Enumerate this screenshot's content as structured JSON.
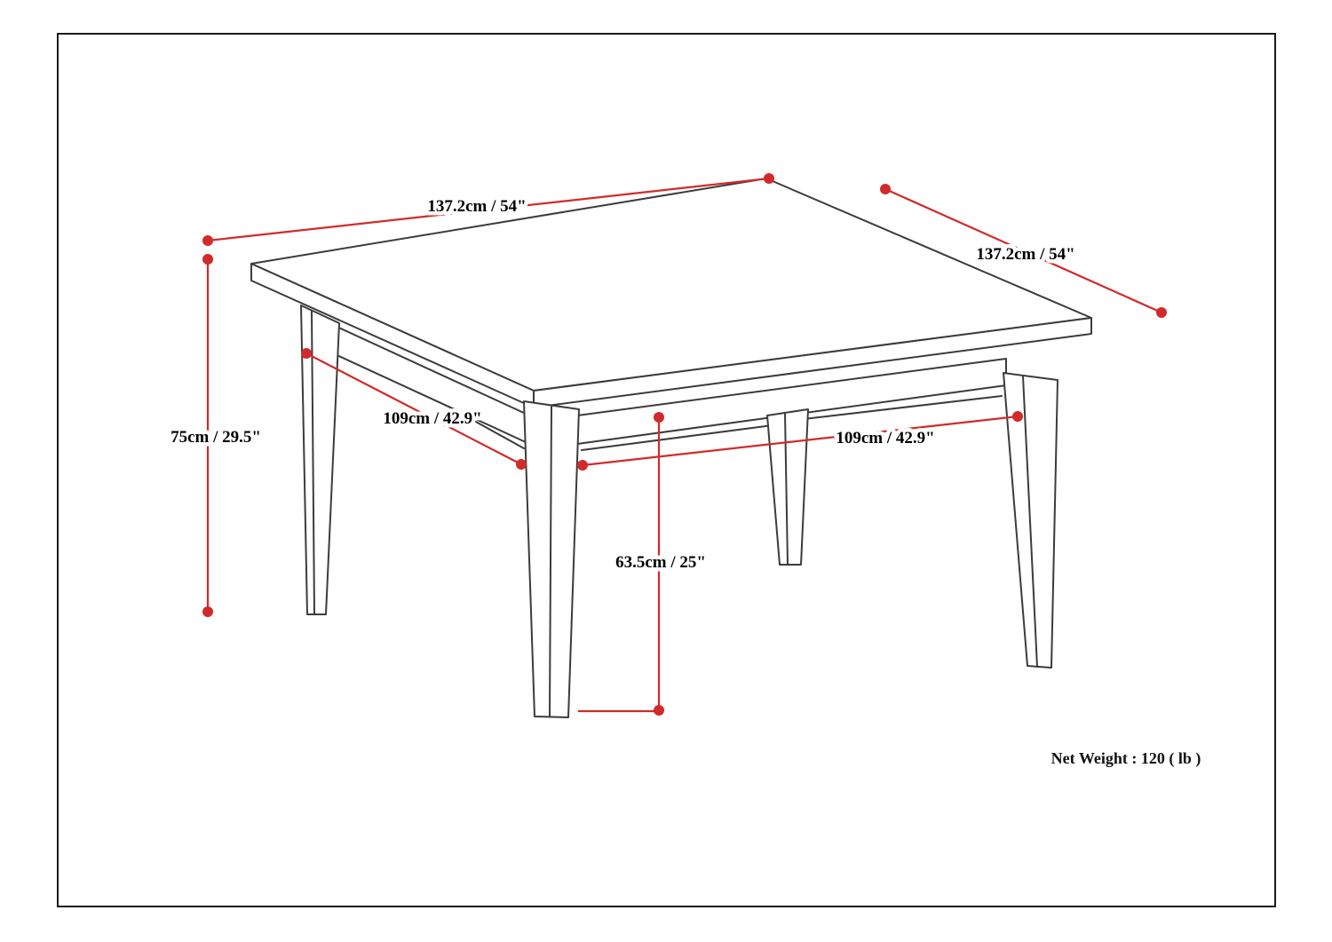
{
  "diagram": {
    "dimension_labels": {
      "top_width": "137.2cm / 54\"",
      "top_depth": "137.2cm / 54\"",
      "overall_height": "75cm / 29.5\"",
      "leg_spacing_left": "109cm / 42.9\"",
      "leg_spacing_right": "109cm / 42.9\"",
      "apron_clearance": "63.5cm / 25\""
    },
    "net_weight_label": "Net Weight : 120 ( lb )",
    "colors": {
      "dimension_red": "#d22a2a",
      "drawing_gray": "#3c3c3c",
      "frame_black": "#1a1a1a",
      "background": "#ffffff"
    }
  }
}
